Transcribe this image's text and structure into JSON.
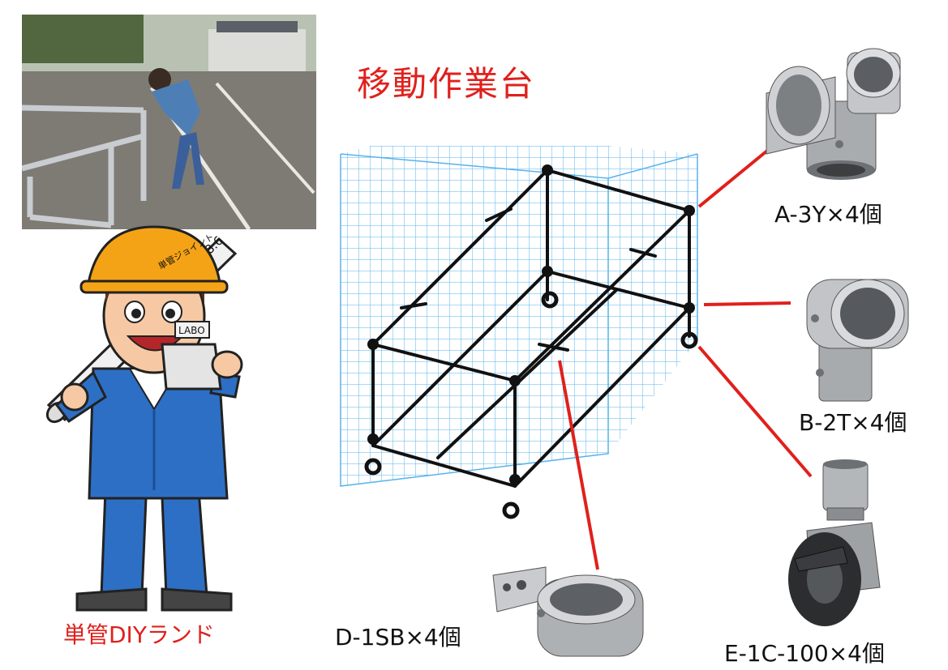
{
  "title": "移動作業台",
  "brand_caption": "単管DIYランド",
  "parts": {
    "a": "A-3Y×4個",
    "b": "B-2T×4個",
    "d": "D-1SB×4個",
    "e": "E-1C-100×4個"
  },
  "mascot": {
    "pipe_text": "PIPE-48.6",
    "helmet_text": "単管ジョイント",
    "joint_text": "LABO"
  },
  "colors": {
    "title": "#e0201c",
    "leader_line": "#e0201c",
    "grid": "#3aa6e8",
    "helmet": "#f5a316",
    "overalls": "#2d6fc4"
  }
}
